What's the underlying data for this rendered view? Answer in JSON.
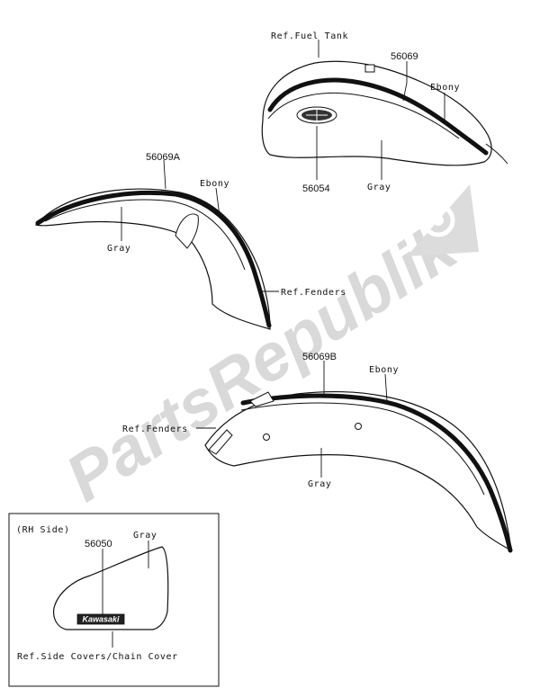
{
  "watermark": {
    "text": "PartsRepublik"
  },
  "labels": {
    "ref_fuel_tank": "Ref.Fuel Tank",
    "p56069": "56069",
    "ebony_tank": "Ebony",
    "p56054": "56054",
    "gray_tank": "Gray",
    "p56069a": "56069A",
    "ebony_front": "Ebony",
    "gray_front": "Gray",
    "ref_fenders_front": "Ref.Fenders",
    "p56069b": "56069B",
    "ebony_rear": "Ebony",
    "ref_fenders_rear": "Ref.Fenders",
    "gray_rear": "Gray",
    "inset_title": "(RH Side)",
    "gray_cover": "Gray",
    "p56050": "56050",
    "kawasaki_emblem": "Kawasaki",
    "ref_side_covers": "Ref.Side Covers/Chain Cover"
  },
  "colors": {
    "ink": "#111111",
    "watermark": "#d9d9d9",
    "background": "#ffffff"
  }
}
